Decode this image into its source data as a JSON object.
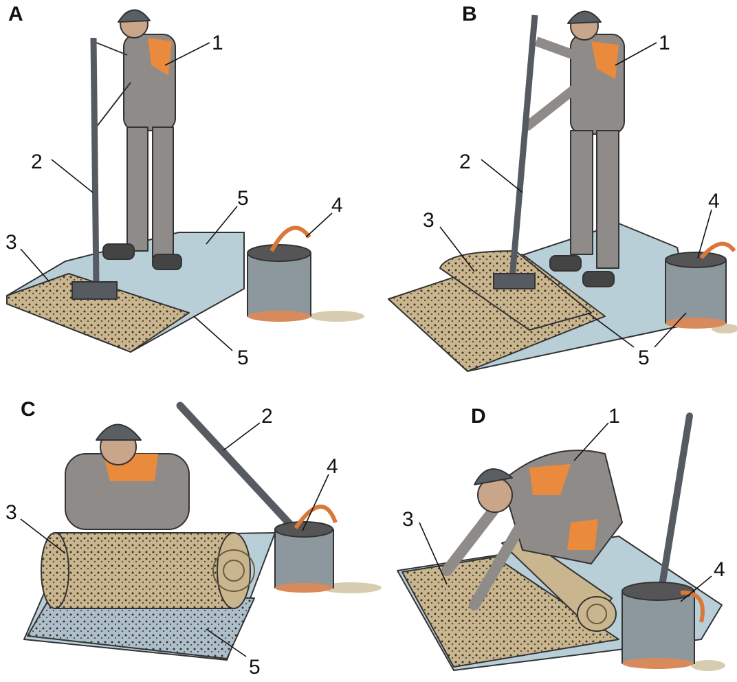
{
  "colors": {
    "slab": "#b9cfd8",
    "gravel": "#c9b68f",
    "workwear": "#8e8b88",
    "accent": "#e98a3c",
    "tool": "#555b60",
    "bucket": "#8d979e"
  },
  "panels": [
    {
      "letter": "A",
      "callouts": [
        "1",
        "2",
        "3",
        "4",
        "5",
        "5"
      ]
    },
    {
      "letter": "B",
      "callouts": [
        "1",
        "2",
        "3",
        "4",
        "5"
      ]
    },
    {
      "letter": "C",
      "callouts": [
        "2",
        "3",
        "4",
        "5"
      ]
    },
    {
      "letter": "D",
      "callouts": [
        "1",
        "3",
        "4"
      ]
    }
  ]
}
